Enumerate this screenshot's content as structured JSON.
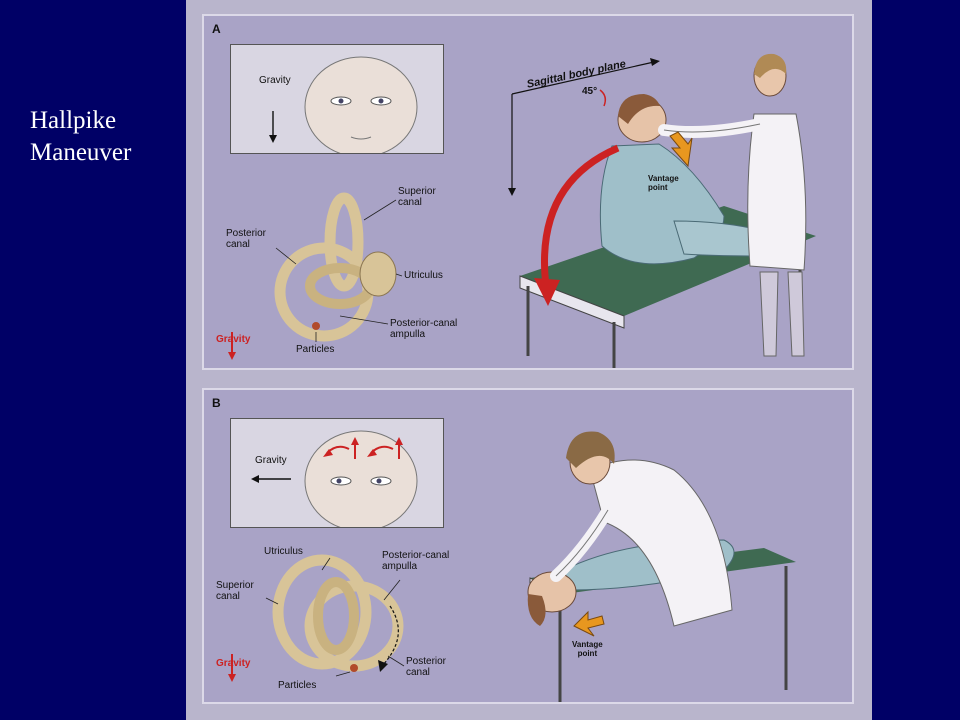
{
  "slide": {
    "title_line1": "Hallpike",
    "title_line2": "Maneuver"
  },
  "colors": {
    "background": "#000066",
    "panel": "#a9a3c6",
    "inset": "#d9d6e2",
    "gravity_red": "#cc2222",
    "arrow_orange": "#e8971f",
    "labyrinth": "#d8c498",
    "table_green": "#3f6a52"
  },
  "panel_a": {
    "label": "A",
    "inset_gravity": "Gravity",
    "plane_label": "Sagittal body plane",
    "angle": "45°",
    "superior_canal": "Superior\ncanal",
    "posterior_canal": "Posterior\ncanal",
    "utriculus": "Utriculus",
    "ampulla": "Posterior-canal\nampulla",
    "gravity": "Gravity",
    "particles": "Particles",
    "vantage": "Vantage\npoint"
  },
  "panel_b": {
    "label": "B",
    "inset_gravity": "Gravity",
    "utriculus": "Utriculus",
    "ampulla": "Posterior-canal\nampulla",
    "superior_canal": "Superior\ncanal",
    "posterior_canal": "Posterior\ncanal",
    "gravity": "Gravity",
    "particles": "Particles",
    "vantage": "Vantage\npoint"
  }
}
